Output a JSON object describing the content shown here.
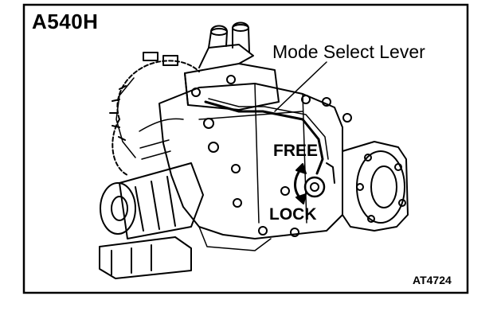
{
  "figure": {
    "model": "A540H",
    "callout_mode_select_lever": "Mode Select Lever",
    "position_free": "FREE",
    "position_lock": "LOCK",
    "figure_code": "AT4724"
  },
  "colors": {
    "ink": "#000000",
    "paper": "#ffffff"
  }
}
